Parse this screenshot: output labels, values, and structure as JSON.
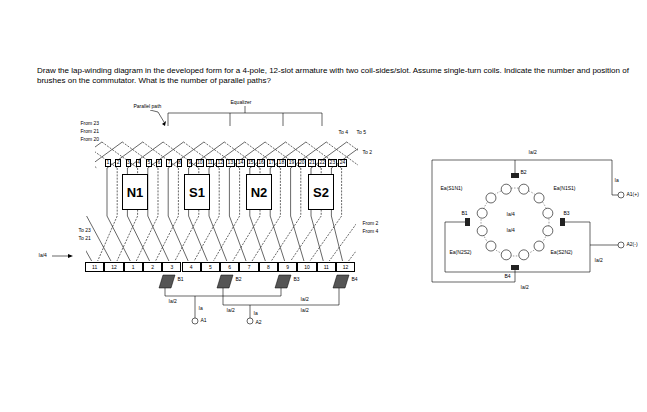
{
  "diagram": {
    "title": "Draw the lap-winding diagram in the developed form for a 4-pole, 12-slot armature with two coil-sides/slot. Assume single-turn coils. Indicate the number and position of brushes on the commutator. What is the number of parallel paths?",
    "nodes": [
      {
        "text": [
          "N1"
        ]
      },
      {
        "text": [
          "S1"
        ]
      },
      {
        "text": [
          "N2"
        ]
      },
      {
        "text": [
          "S2"
        ]
      },
      {
        "text": [
          "11"
        ]
      },
      {
        "text": [
          "12"
        ]
      },
      {
        "text": [
          "1"
        ]
      },
      {
        "text": [
          "2"
        ]
      },
      {
        "text": [
          "3"
        ]
      },
      {
        "text": [
          "4"
        ]
      },
      {
        "text": [
          "5"
        ]
      },
      {
        "text": [
          "6"
        ]
      },
      {
        "text": [
          "7"
        ]
      },
      {
        "text": [
          "8"
        ]
      },
      {
        "text": [
          "9"
        ]
      },
      {
        "text": [
          "10"
        ]
      },
      {
        "text": [
          "11"
        ]
      },
      {
        "text": [
          "12"
        ]
      }
    ],
    "labels": [
      "Parallel path",
      "Equalizer",
      "From 23",
      "From 21",
      "From 20",
      "To 4",
      "To 5",
      "To 2",
      "1",
      "2",
      "3",
      "4",
      "5",
      "6",
      "7",
      "8",
      "9",
      "10",
      "11",
      "12",
      "13",
      "14",
      "15",
      "16",
      "17",
      "18",
      "19",
      "20",
      "21",
      "22",
      "23",
      "24",
      "To 23",
      "To 21",
      "From 2",
      "From 4",
      "Ia/4",
      "B1",
      "B2",
      "B3",
      "B4",
      "Ia/2",
      "Ia",
      "A1",
      "Ia/2",
      "Ia/2",
      "Ia",
      "A2",
      "Ia/2",
      "Ia/2",
      "Ea(S1N1)",
      "Ea(N1S1)",
      "B1",
      "B2",
      "B3",
      "B4",
      "Ia/4",
      "Ia/4",
      "Ea(N2S2)",
      "Ea(S2N2)",
      "Ia",
      "A1(+)",
      "A2(-)",
      "Ia/2",
      "Ia/2"
    ]
  }
}
